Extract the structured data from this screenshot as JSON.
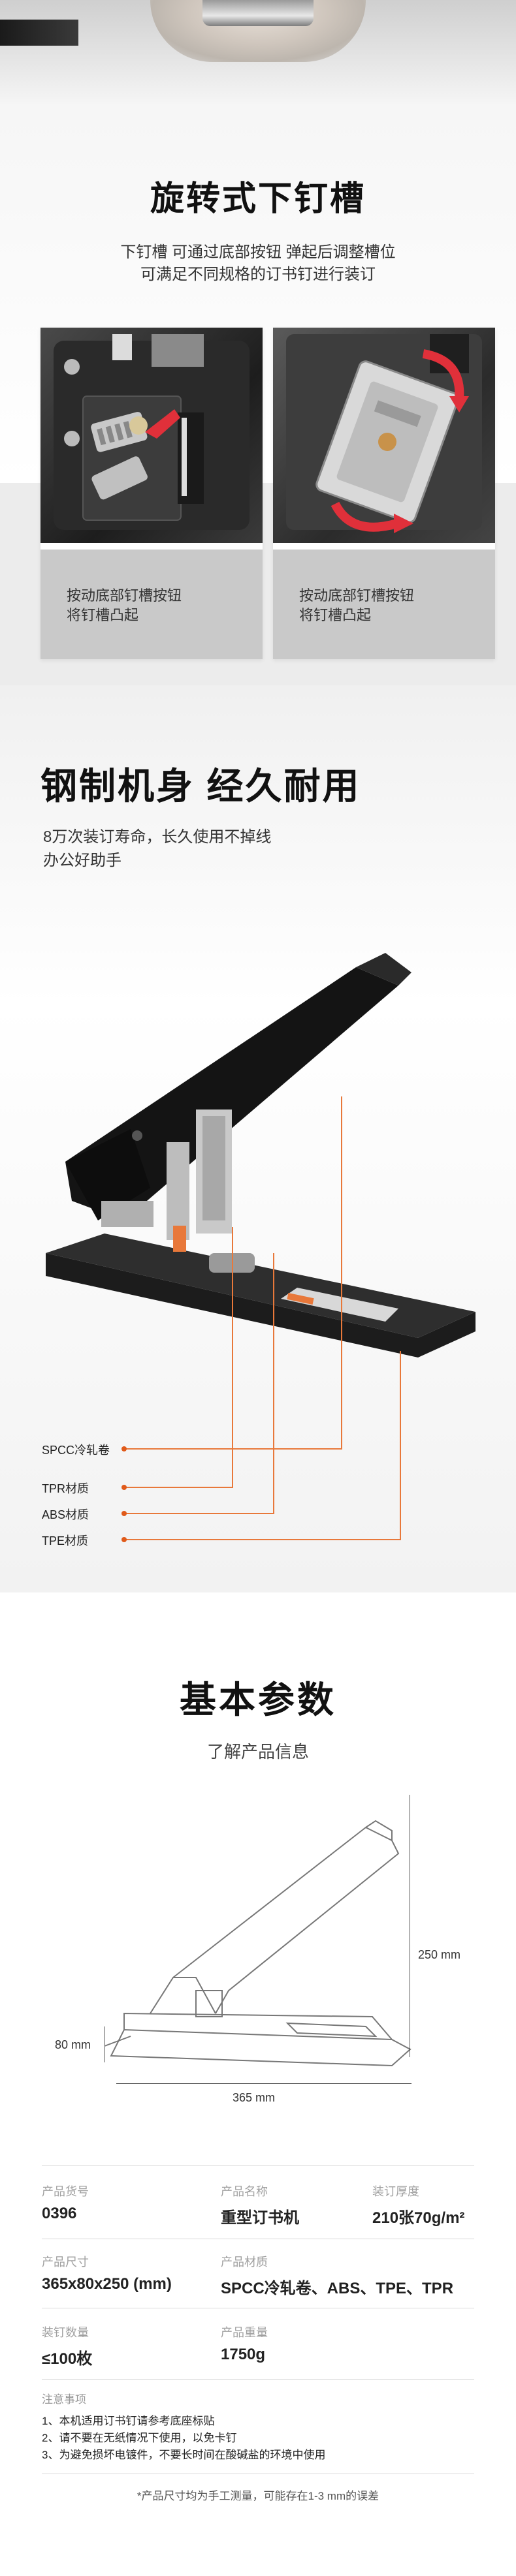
{
  "section_rotating": {
    "title": "旋转式下钉槽",
    "subtitle_line1": "下钉槽 可通过底部按钮 弹起后调整槽位",
    "subtitle_line2": "可满足不同规格的订书钉进行装订",
    "cards": [
      {
        "caption_line1": "按动底部钉槽按钮",
        "caption_line2": "将钉槽凸起"
      },
      {
        "caption_line1": "按动底部钉槽按钮",
        "caption_line2": "将钉槽凸起"
      }
    ],
    "accent_color": "#e0303a"
  },
  "section_body": {
    "title": "钢制机身  经久耐用",
    "subtitle_line1": "8万次装订寿命，长久使用不掉线",
    "subtitle_line2": "办公好助手",
    "materials": [
      "SPCC冷轧卷",
      "TPR材质",
      "ABS材质",
      "TPE材质"
    ],
    "callout_color": "#e8783a"
  },
  "section_params": {
    "title": "基本参数",
    "subtitle": "了解产品信息",
    "dimensions": {
      "height": "250 mm",
      "width": "80 mm",
      "length": "365 mm"
    },
    "rows": [
      [
        {
          "label": "产品货号",
          "value": "0396"
        },
        {
          "label": "产品名称",
          "value": "重型订书机"
        },
        {
          "label": "装订厚度",
          "value": "210张70g/m²"
        }
      ],
      [
        {
          "label": "产品尺寸",
          "value": "365x80x250 (mm)"
        },
        {
          "label": "产品材质",
          "value": "SPCC冷轧卷、ABS、TPE、TPR"
        }
      ],
      [
        {
          "label": "装钉数量",
          "value": "≤100枚"
        },
        {
          "label": "产品重量",
          "value": "1750g"
        }
      ]
    ],
    "notes_title": "注意事项",
    "notes": [
      "1、本机适用订书钉请参考底座标贴",
      "2、请不要在无纸情况下使用，以免卡钉",
      "3、为避免损坏电镀件，不要长时间在酸碱盐的环境中使用"
    ],
    "footnote": "*产品尺寸均为手工测量，可能存在1-3 mm的误差"
  }
}
